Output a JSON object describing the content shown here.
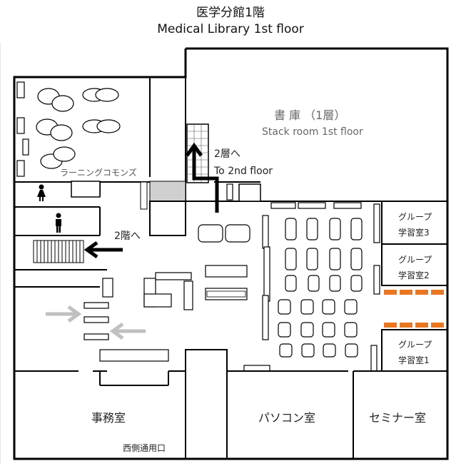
{
  "title_ja": "医学分館1階",
  "title_en": "Medical Library 1st floor",
  "rooms": {
    "stack_ja": "書 庫 （1層）",
    "stack_en": "Stack room 1st floor",
    "learning_commons": "ラーニングコモンズ",
    "group3_a": "グループ",
    "group3_b": "学習室3",
    "group2_a": "グループ",
    "group2_b": "学習室2",
    "group1_a": "グループ",
    "group1_b": "学習室1",
    "office": "事務室",
    "pc_room": "パソコン室",
    "seminar": "セミナー室",
    "west_entrance": "西側通用口"
  },
  "signs": {
    "to2f_ja": "2層へ",
    "to2f_en": "To 2nd floor",
    "stairs_2f": "2階へ"
  },
  "icons": [
    "female-restroom-icon",
    "male-restroom-icon",
    "stairs-icon",
    "up-arrow-icon",
    "left-arrow-icon",
    "gray-arrow-in-icon",
    "gray-arrow-out-icon"
  ],
  "colors": {
    "wall": "#000000",
    "gray_arrow": "#c0c0c0",
    "shelf_orange": "#e87722",
    "light_gray": "#d0d0d0"
  }
}
